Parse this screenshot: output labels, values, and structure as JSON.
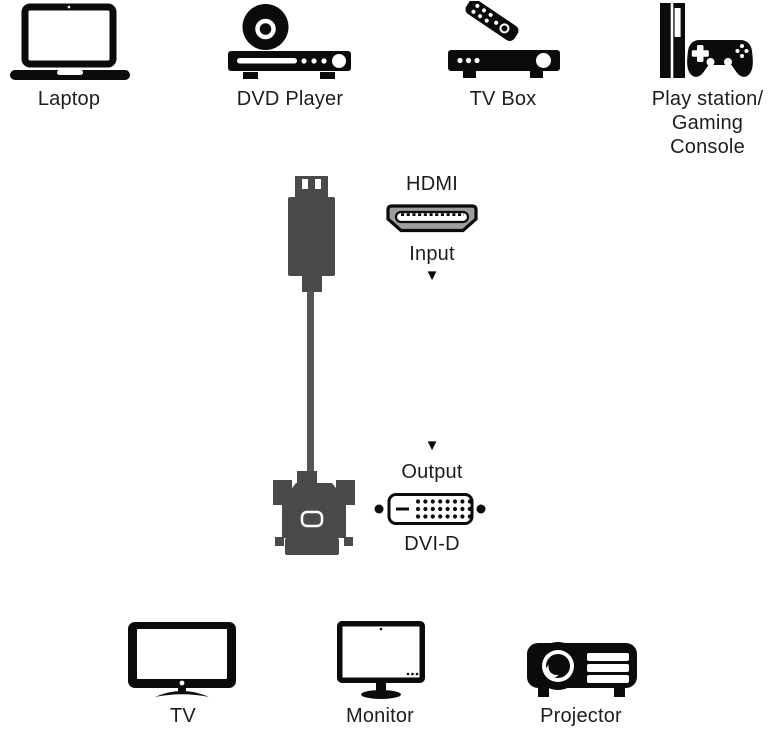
{
  "colors": {
    "background": "#ffffff",
    "icon": "#0b0b0b",
    "connector": "#4a4a4a",
    "cable": "#555555",
    "port_fill": "#9e9e9e",
    "text": "#1d1d1d"
  },
  "glyphs": {
    "down_arrow": "▼"
  },
  "top_devices": [
    {
      "label": "Laptop"
    },
    {
      "label": "DVD Player"
    },
    {
      "label": "TV Box"
    },
    {
      "label": "Play station/\nGaming Console"
    }
  ],
  "cable": {
    "input_connector": "HDMI",
    "input_direction": "Input",
    "output_direction": "Output",
    "output_connector": "DVI-D"
  },
  "bottom_devices": [
    {
      "label": "TV"
    },
    {
      "label": "Monitor"
    },
    {
      "label": "Projector"
    }
  ]
}
